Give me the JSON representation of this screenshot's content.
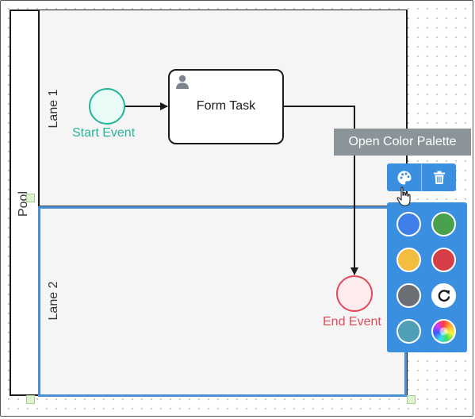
{
  "diagram": {
    "pool_label": "Pool",
    "lanes": [
      {
        "label": "Lane 1"
      },
      {
        "label": "Lane 2",
        "selected": true
      }
    ],
    "start_event": {
      "label": "Start Event",
      "color": "#26b49a"
    },
    "task": {
      "label": "Form Task",
      "icon": "user-icon"
    },
    "end_event": {
      "label": "End Event",
      "color": "#e04b5c"
    }
  },
  "toolbar": {
    "tooltip": "Open Color Palette",
    "buttons": [
      {
        "name": "color-palette-button",
        "icon": "palette-icon"
      },
      {
        "name": "delete-button",
        "icon": "trash-icon"
      }
    ]
  },
  "palette": {
    "swatches": [
      {
        "name": "blue",
        "color": "#3f7fe8"
      },
      {
        "name": "green",
        "color": "#4aa14d"
      },
      {
        "name": "yellow",
        "color": "#f3bd3f"
      },
      {
        "name": "red",
        "color": "#d63e48"
      },
      {
        "name": "gray",
        "color": "#6c6f73"
      },
      {
        "name": "reset",
        "icon": "reset-icon",
        "color": "#ffffff"
      },
      {
        "name": "teal",
        "color": "#4fa0b7"
      },
      {
        "name": "custom",
        "icon": "color-wheel-icon"
      }
    ]
  },
  "colors": {
    "selection": "#4a90d9",
    "toolbar_bg": "#3a8fe0",
    "tooltip_bg": "#8a9499"
  }
}
